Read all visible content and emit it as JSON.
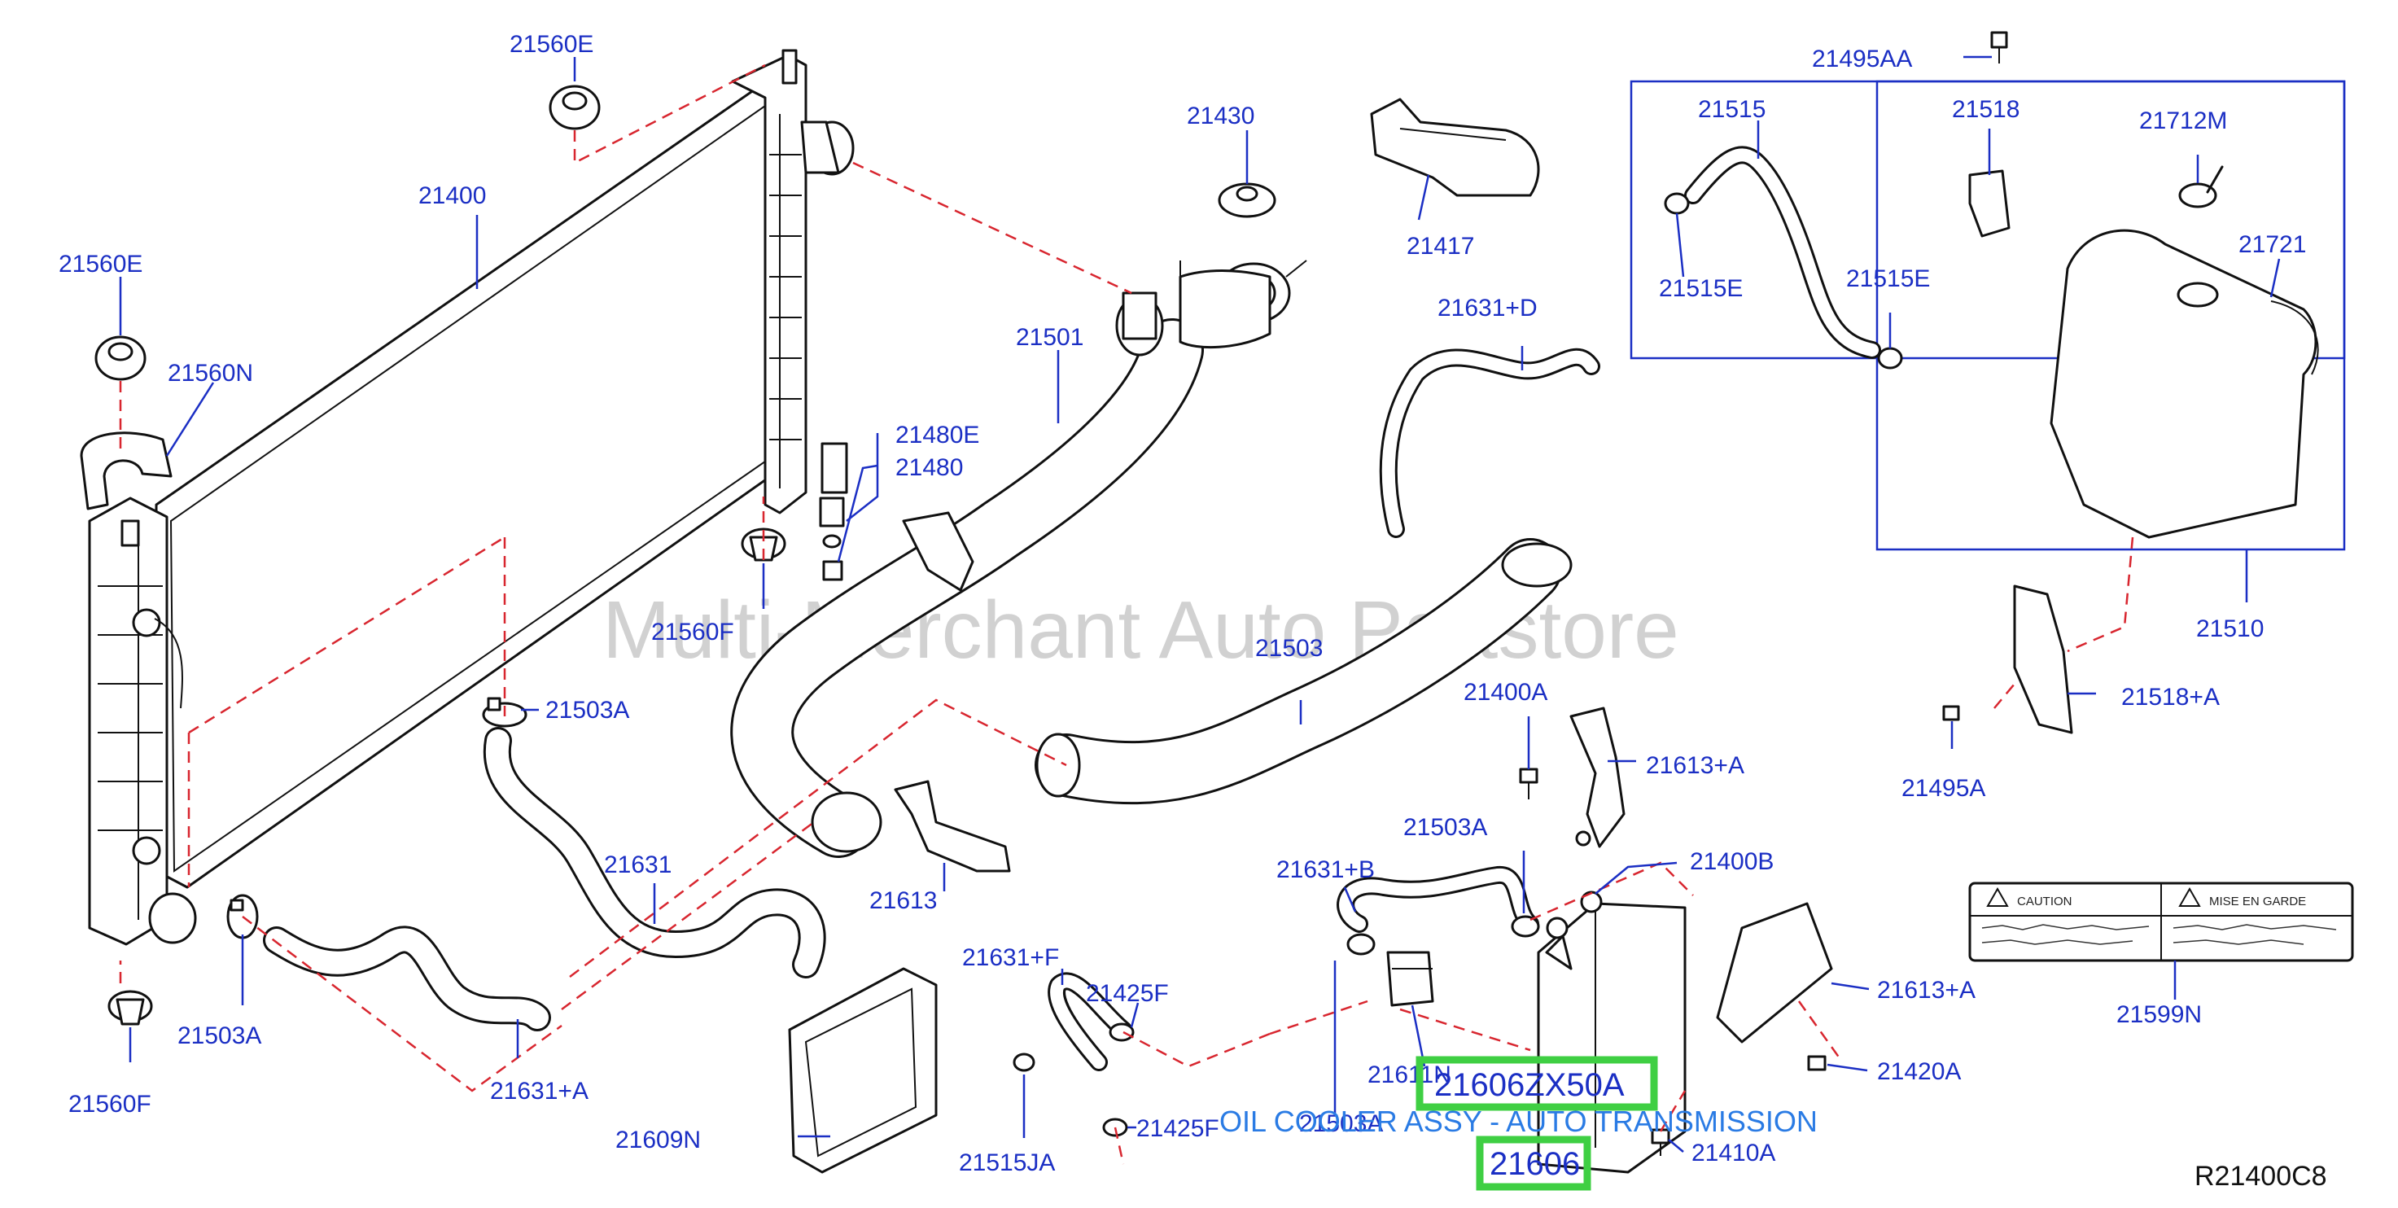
{
  "watermark": "Multi-Merchant Auto Partstore",
  "reference_code": "R21400C8",
  "part_labels": {
    "p21560E_top": "21560E",
    "p21400": "21400",
    "p21560E_left": "21560E",
    "p21560N": "21560N",
    "p21480E": "21480E",
    "p21480": "21480",
    "p21560F_mid": "21560F",
    "p21503A_mid": "21503A",
    "p21631": "21631",
    "p21503A_low": "21503A",
    "p21560F_low": "21560F",
    "p21631A": "21631+A",
    "p21501": "21501",
    "p21430": "21430",
    "p21417": "21417",
    "p21631D": "21631+D",
    "p21503": "21503",
    "p21613": "21613",
    "p21400A": "21400A",
    "p21613A_upper": "21613+A",
    "p21503A_right": "21503A",
    "p21400B": "21400B",
    "p21631B": "21631+B",
    "p21631F": "21631+F",
    "p21425F_upper": "21425F",
    "p21425F_lower": "21425F",
    "p21515JA": "21515JA",
    "p21609N": "21609N",
    "p21611N": "21611N",
    "p21503A_under": "21503A",
    "p21613A_lower": "21613+A",
    "p21420A": "21420A",
    "p21410A": "21410A",
    "p21495AA": "21495AA",
    "p21515": "21515",
    "p21518": "21518",
    "p21712M": "21712M",
    "p21721": "21721",
    "p21515E_left": "21515E",
    "p21515E_right": "21515E",
    "p21510": "21510",
    "p21518A": "21518+A",
    "p21495A": "21495A",
    "p21599N": "21599N"
  },
  "highlights": {
    "part_number": "21606ZX50A",
    "part_base": "21606",
    "description": "OIL COOLER ASSY - AUTO TRANSMISSION"
  },
  "caution_label": {
    "left_heading": "CAUTION",
    "right_heading": "MISE   EN   GARDE"
  },
  "colors": {
    "label_blue": "#1b2fc4",
    "dashed_red": "#d8262f",
    "highlight_green": "#3fcf43",
    "description_blue": "#2a7be4"
  }
}
